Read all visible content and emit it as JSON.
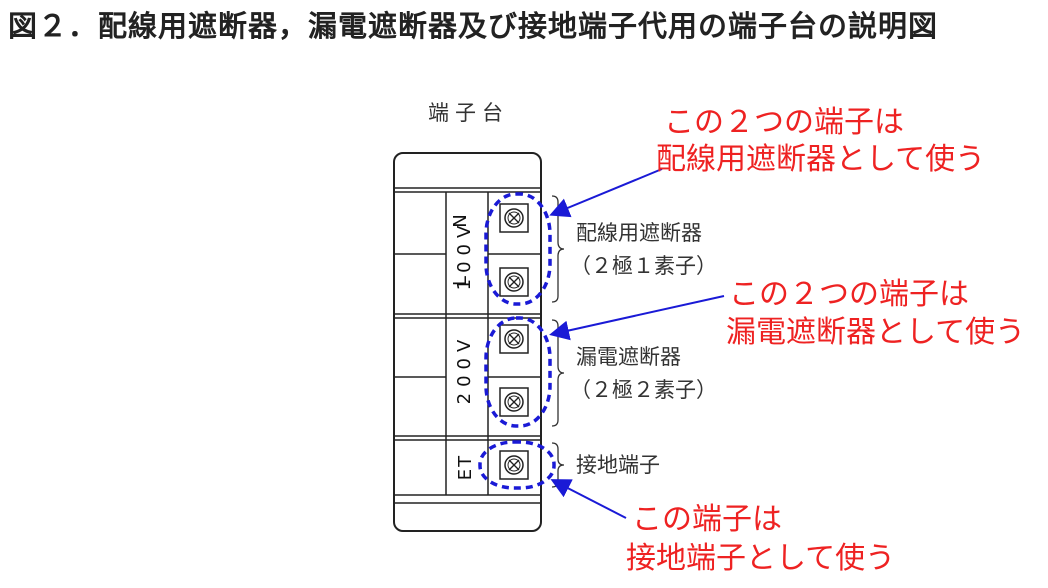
{
  "title": "図２．配線用遮断器，漏電遮断器及び接地端子代用の端子台の説明図",
  "terminal_block_label": "端子台",
  "groups": [
    {
      "voltage_label": "100V",
      "terminal_labels": [
        "N",
        "L"
      ],
      "name": "配線用遮断器",
      "spec": "（２極１素子）",
      "callout": [
        "この２つの端子は",
        "配線用遮断器として使う"
      ]
    },
    {
      "voltage_label": "200V",
      "name": "漏電遮断器",
      "spec": "（２極２素子）",
      "callout": [
        "この２つの端子は",
        "漏電遮断器として使う"
      ]
    },
    {
      "voltage_label": "ET",
      "name": "接地端子",
      "callout": [
        "この端子は",
        "接地端子として使う"
      ]
    }
  ],
  "colors": {
    "callout_text": "#ee2222",
    "highlight": "#1a1ad6",
    "outline": "#222222"
  }
}
